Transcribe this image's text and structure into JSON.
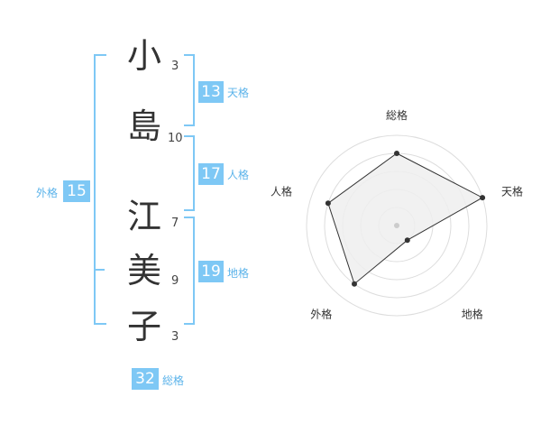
{
  "colors": {
    "accent": "#7ec8f5",
    "accent_text": "#5bb3ea",
    "kanji": "#333333",
    "radar_fill": "#efefef",
    "radar_line": "#333333",
    "grid": "#dddddd"
  },
  "name": {
    "surname": [
      {
        "char": "小",
        "strokes": "3"
      },
      {
        "char": "島",
        "strokes": "10"
      }
    ],
    "given": [
      {
        "char": "江",
        "strokes": "7"
      },
      {
        "char": "美",
        "strokes": "9"
      },
      {
        "char": "子",
        "strokes": "3"
      }
    ]
  },
  "fortunes": {
    "tenkaku": {
      "value": "13",
      "label": "天格"
    },
    "jinkaku": {
      "value": "17",
      "label": "人格"
    },
    "chikaku": {
      "value": "19",
      "label": "地格"
    },
    "gaikaku": {
      "value": "15",
      "label": "外格"
    },
    "soukaku": {
      "value": "32",
      "label": "総格"
    }
  },
  "chart_data": {
    "type": "radar",
    "axes": [
      "総格",
      "天格",
      "地格",
      "外格",
      "人格"
    ],
    "values": [
      4,
      5,
      1,
      4,
      4
    ],
    "rmax": 5,
    "rings": 5,
    "grid": true
  }
}
